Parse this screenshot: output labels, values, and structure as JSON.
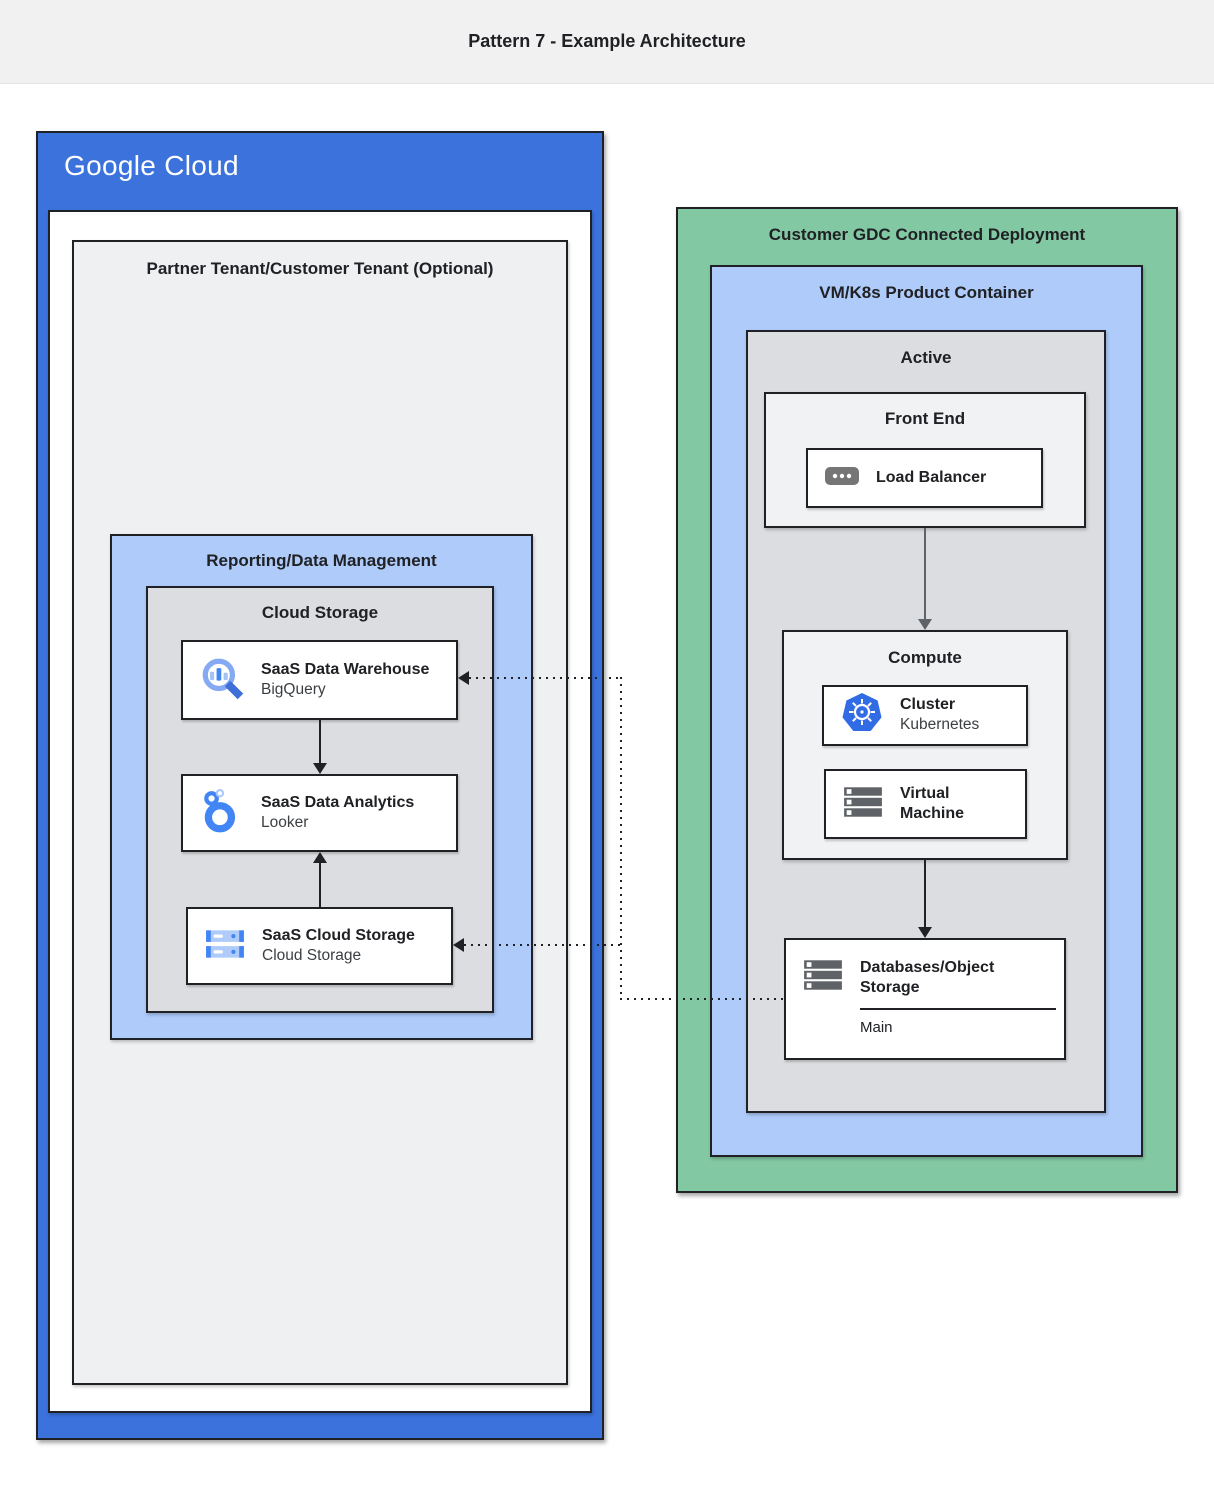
{
  "header": {
    "title": "Pattern 7 - Example Architecture"
  },
  "palette": {
    "google_cloud_blue": "#3b72dc",
    "light_blue_panel": "#aecbfa",
    "gdc_green": "#82c8a3",
    "group_gray": "#dcdde0",
    "tenant_gray": "#eef0f2",
    "subpanel_gray": "#f1f2f4",
    "card_white": "#ffffff",
    "border_dark": "#202124",
    "arrow_gray": "#5f6368",
    "icon_blue": "#4285f4",
    "icon_gray": "#5f6368"
  },
  "google_cloud": {
    "logo_word1": "Google",
    "logo_word2": "Cloud",
    "partner_tenant": {
      "title": "Partner Tenant/Customer Tenant (Optional)",
      "reporting": {
        "title": "Reporting/Data Management",
        "cloud_storage_group": {
          "title": "Cloud Storage",
          "warehouse_card": {
            "title": "SaaS Data Warehouse",
            "subtitle": "BigQuery",
            "icon": "bigquery-icon"
          },
          "analytics_card": {
            "title": "SaaS Data Analytics",
            "subtitle": "Looker",
            "icon": "looker-icon"
          },
          "storage_card": {
            "title": "SaaS Cloud Storage",
            "subtitle": "Cloud Storage",
            "icon": "cloud-storage-icon"
          }
        }
      }
    }
  },
  "gdc_deployment": {
    "title": "Customer GDC Connected Deployment",
    "product_container": {
      "title": "VM/K8s Product Container",
      "active": {
        "title": "Active",
        "front_end": {
          "title": "Front End",
          "load_balancer_card": {
            "title": "Load Balancer",
            "icon": "load-balancer-icon"
          }
        },
        "compute": {
          "title": "Compute",
          "cluster_card": {
            "title": "Cluster",
            "subtitle": "Kubernetes",
            "icon": "kubernetes-icon"
          },
          "vm_card": {
            "title": "Virtual Machine",
            "icon": "virtual-machine-icon"
          }
        },
        "databases_card": {
          "title": "Databases/Object Storage",
          "section_label": "Main",
          "icon": "databases-icon"
        }
      }
    }
  },
  "connections": [
    {
      "from": "saas-data-warehouse",
      "to": "saas-data-analytics",
      "style": "solid-arrow"
    },
    {
      "from": "saas-cloud-storage",
      "to": "saas-data-analytics",
      "style": "solid-arrow"
    },
    {
      "from": "front-end",
      "to": "compute",
      "style": "solid-arrow"
    },
    {
      "from": "compute",
      "to": "databases-object-storage",
      "style": "solid-arrow"
    },
    {
      "from": "databases-object-storage",
      "to": "saas-data-warehouse",
      "style": "dotted-arrow"
    },
    {
      "from": "databases-object-storage",
      "to": "saas-cloud-storage",
      "style": "dotted-arrow"
    }
  ]
}
